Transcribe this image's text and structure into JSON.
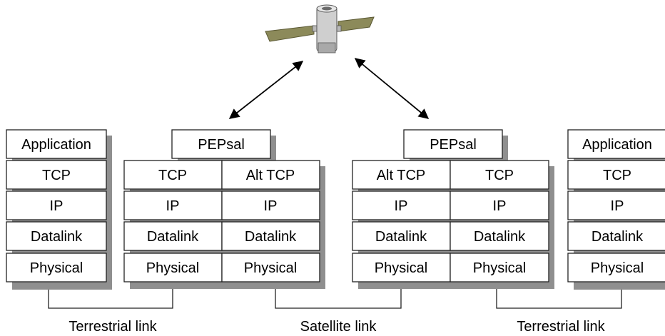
{
  "left_host": {
    "layers": [
      "Application",
      "TCP",
      "IP",
      "Datalink",
      "Physical"
    ]
  },
  "pep_left": {
    "name": "PEPsal",
    "terrestrial_stack": [
      "TCP",
      "IP",
      "Datalink",
      "Physical"
    ],
    "satellite_stack": [
      "Alt TCP",
      "IP",
      "Datalink",
      "Physical"
    ]
  },
  "pep_right": {
    "name": "PEPsal",
    "satellite_stack": [
      "Alt TCP",
      "IP",
      "Datalink",
      "Physical"
    ],
    "terrestrial_stack": [
      "TCP",
      "IP",
      "Datalink",
      "Physical"
    ]
  },
  "right_host": {
    "layers": [
      "Application",
      "TCP",
      "IP",
      "Datalink",
      "Physical"
    ]
  },
  "links": {
    "left": "Terrestrial link",
    "middle": "Satellite link",
    "right": "Terrestrial link"
  },
  "colors": {
    "box_fill": "#ffffff",
    "box_border": "#222222",
    "shadow": "#8f8f8f",
    "satellite_panel": "#8c8a5a",
    "satellite_body": "#c8c8c8"
  },
  "icons": [
    "satellite-icon"
  ]
}
